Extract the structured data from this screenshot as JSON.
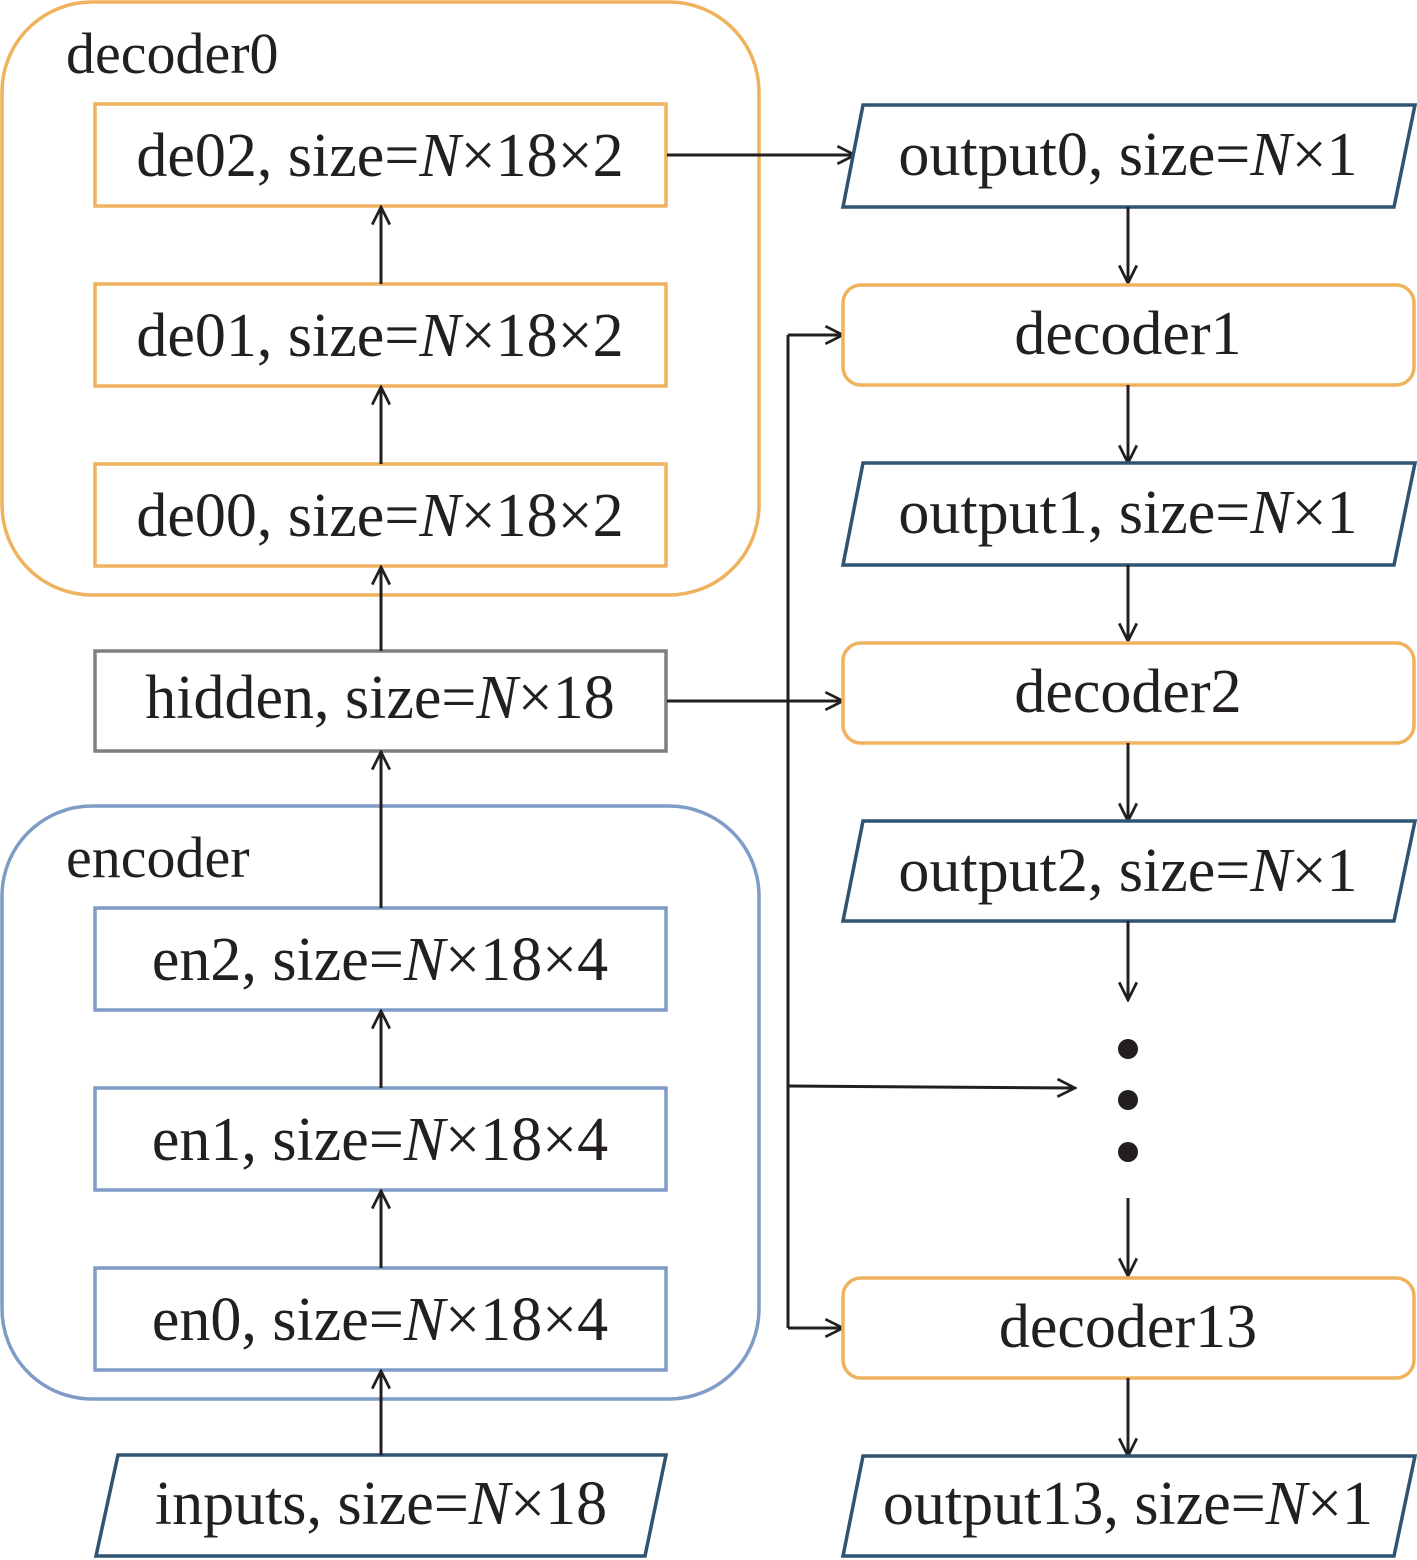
{
  "colors": {
    "decoder_orange": "#efb25d",
    "encoder_blue": "#7f9cc7",
    "io_navy": "#2f5372",
    "hidden_gray": "#7f7f7f",
    "text": "#231f20"
  },
  "groups": {
    "decoder0": {
      "title": "decoder0"
    },
    "encoder": {
      "title": "encoder"
    }
  },
  "layers": {
    "de02": {
      "name": "de02, size=",
      "var": "N",
      "dims": "×18×2"
    },
    "de01": {
      "name": "de01, size=",
      "var": "N",
      "dims": "×18×2"
    },
    "de00": {
      "name": "de00, size=",
      "var": "N",
      "dims": "×18×2"
    },
    "hidden": {
      "name": "hidden, size=",
      "var": "N",
      "dims": "×18"
    },
    "en2": {
      "name": "en2, size=",
      "var": "N",
      "dims": "×18×4"
    },
    "en1": {
      "name": "en1, size=",
      "var": "N",
      "dims": "×18×4"
    },
    "en0": {
      "name": "en0, size=",
      "var": "N",
      "dims": "×18×4"
    },
    "inputs": {
      "name": "inputs, size=",
      "var": "N",
      "dims": "×18"
    }
  },
  "outputs": {
    "output0": {
      "name": "output0, size=",
      "var": "N",
      "dims": "×1"
    },
    "output1": {
      "name": "output1, size=",
      "var": "N",
      "dims": "×1"
    },
    "output2": {
      "name": "output2, size=",
      "var": "N",
      "dims": "×1"
    },
    "output13": {
      "name": "output13, size=",
      "var": "N",
      "dims": "×1"
    }
  },
  "decoders": {
    "decoder1": "decoder1",
    "decoder2": "decoder2",
    "decoder13": "decoder13"
  },
  "ellipsis": "⋮"
}
